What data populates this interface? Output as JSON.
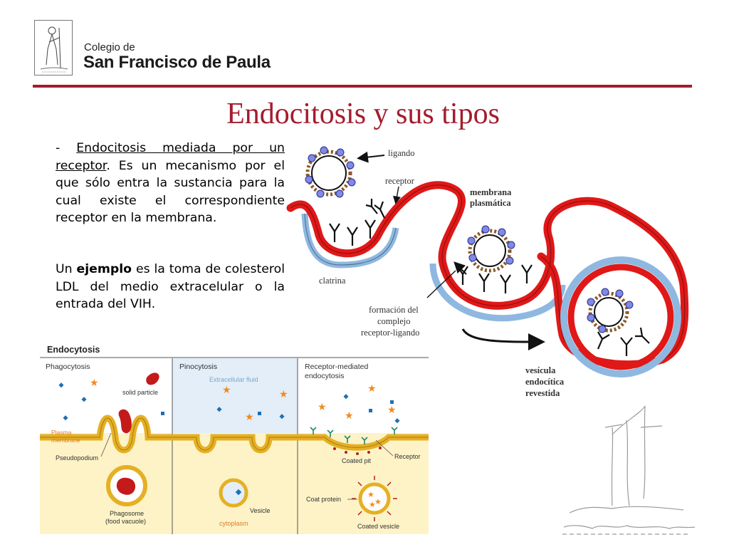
{
  "header": {
    "school_line1": "Colegio de",
    "school_line2": "San Francisco de Paula"
  },
  "slide": {
    "title": "Endocitosis y sus tipos"
  },
  "text": {
    "p1_dash": "- ",
    "p1_term": "Endocitosis mediada por un receptor",
    "p1_rest": ". Es un mecanismo por el que sólo entra la sustancia para la cual existe el correspondiente receptor en la membrana.",
    "p2_start": "Un ",
    "p2_bold": "ejemplo",
    "p2_rest": " es la toma de colesterol LDL del medio extracelular o la entrada del VIH."
  },
  "diagram_top": {
    "ligando": "ligando",
    "receptor": "receptor",
    "membrana_l1": "membrana",
    "membrana_l2": "plasmática",
    "clatrina": "clatrina",
    "formacion_l1": "formación del",
    "formacion_l2": "complejo",
    "formacion_l3": "receptor-ligando",
    "vesicula_l1": "vesícula",
    "vesicula_l2": "endocítica",
    "vesicula_l3": "revestida"
  },
  "diagram_bottom": {
    "heading": "Endocytosis",
    "panel1_title": "Phagocytosis",
    "panel2_title": "Pinocytosis",
    "panel3_title_l1": "Receptor-mediated",
    "panel3_title_l2": "endocytosis",
    "solid_particle": "solid particle",
    "plasma_membrane_l1": "Plasma",
    "plasma_membrane_l2": "membrane",
    "pseudopodium": "Pseudopodium",
    "phagosome_l1": "Phagosome",
    "phagosome_l2": "(food vacuole)",
    "extracellular_fluid": "Extracellular fluid",
    "vesicle": "Vesicle",
    "cytoplasm": "cytoplasm",
    "receptor": "Receptor",
    "coated_pit": "Coated pit",
    "coat_protein": "Coat protein",
    "coated_vesicle": "Coated vesicle"
  },
  "colors": {
    "accent": "#a31c2d",
    "membrane_red": "#e01818",
    "clathrin_blue": "#8fb8e0",
    "ligand_blue": "#7f89e6",
    "cytoplasm": "#fdf3c7",
    "extracellular": "#e3eef8",
    "bilayer": "#e5b024"
  }
}
